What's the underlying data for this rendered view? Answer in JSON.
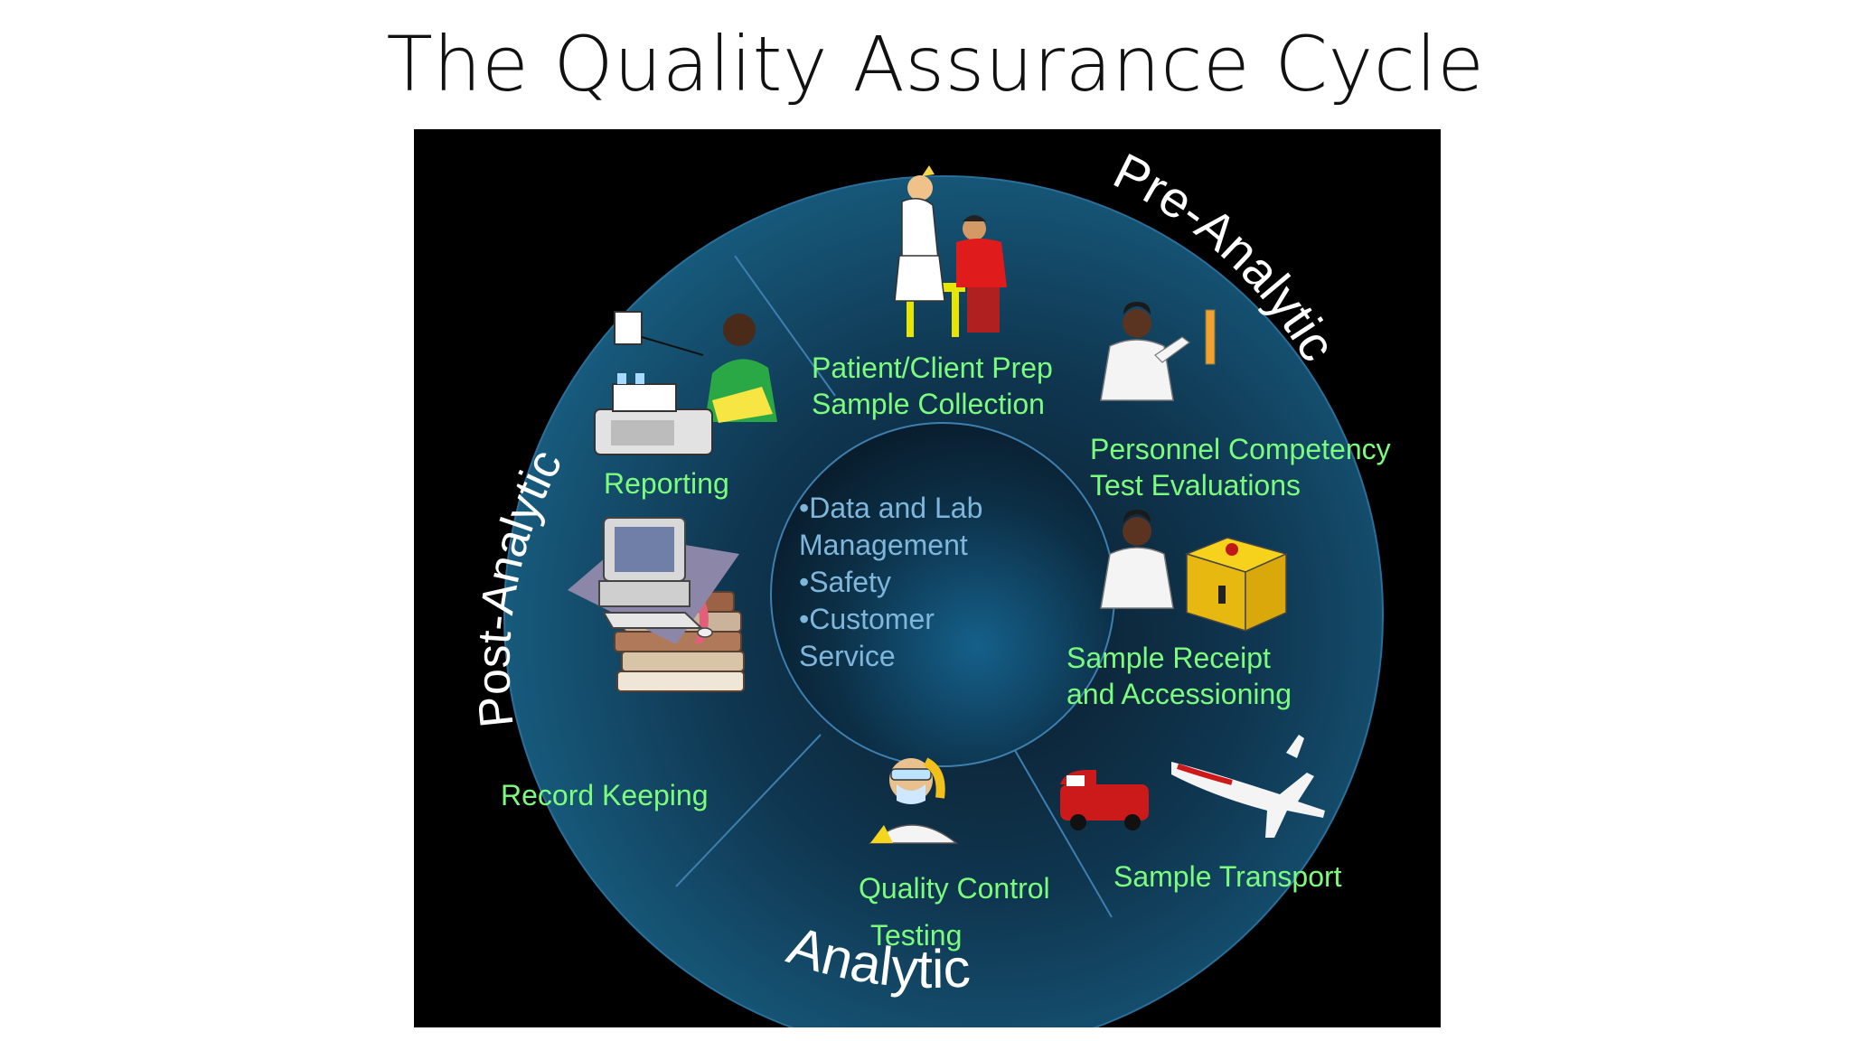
{
  "title": "The Quality Assurance Cycle",
  "phases": {
    "pre": "Pre-Analytic",
    "analytic": "Analytic",
    "post": "Post-Analytic"
  },
  "center": {
    "lines": [
      "•Data and Lab",
      "Management",
      "•Safety",
      "•Customer",
      "Service"
    ]
  },
  "steps": {
    "collection": [
      "Patient/Client Prep",
      "Sample Collection"
    ],
    "competency": [
      "Personnel Competency",
      "Test Evaluations"
    ],
    "receipt": [
      "Sample Receipt",
      "and Accessioning"
    ],
    "transport": [
      "Sample Transport"
    ],
    "qc": [
      "Quality Control",
      "Testing"
    ],
    "records": [
      "Record Keeping"
    ],
    "reporting": [
      "Reporting"
    ]
  },
  "icons": {
    "collection": "blood-draw-icon",
    "competency": "lab-technician-icon",
    "receipt": "sample-package-icon",
    "transport": "van-and-plane-icon",
    "qc": "masked-scientist-icon",
    "records": "book-stack-icon",
    "computer": "computer-icon",
    "reporting": "fax-phone-icon"
  },
  "colors": {
    "text_green": "#7CFC7C",
    "center_text": "#7FB6DB",
    "ring_outer": "#14506f",
    "ring_inner": "#0b2233",
    "panel_bg": "#000000"
  }
}
